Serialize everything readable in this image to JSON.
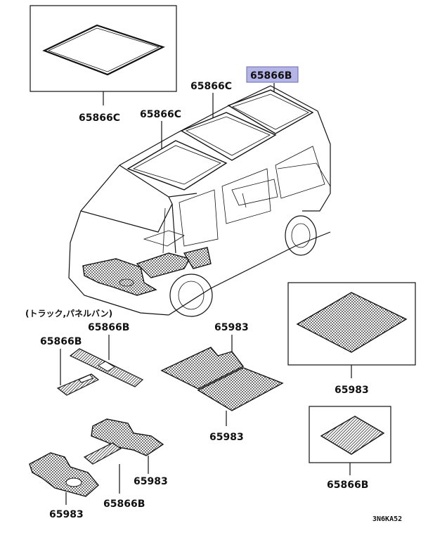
{
  "labels": {
    "roof_box": "65866C",
    "roof_mid": "65866C",
    "roof_front": "65866C",
    "roof_rear": "65866B",
    "note": "(トラック,パネルバン)",
    "truck_upper": "65866B",
    "truck_left": "65866B",
    "floor_center_top": "65983",
    "floor_center_bottom": "65983",
    "floor_box": "65983",
    "small_box": "65866B",
    "lower_mat_right": "65983",
    "lower_mat_left": "65983",
    "lower_strip": "65866B",
    "code": "3N6KA52"
  },
  "colors": {
    "highlight": "#b4b4e6",
    "line": "#111111"
  }
}
